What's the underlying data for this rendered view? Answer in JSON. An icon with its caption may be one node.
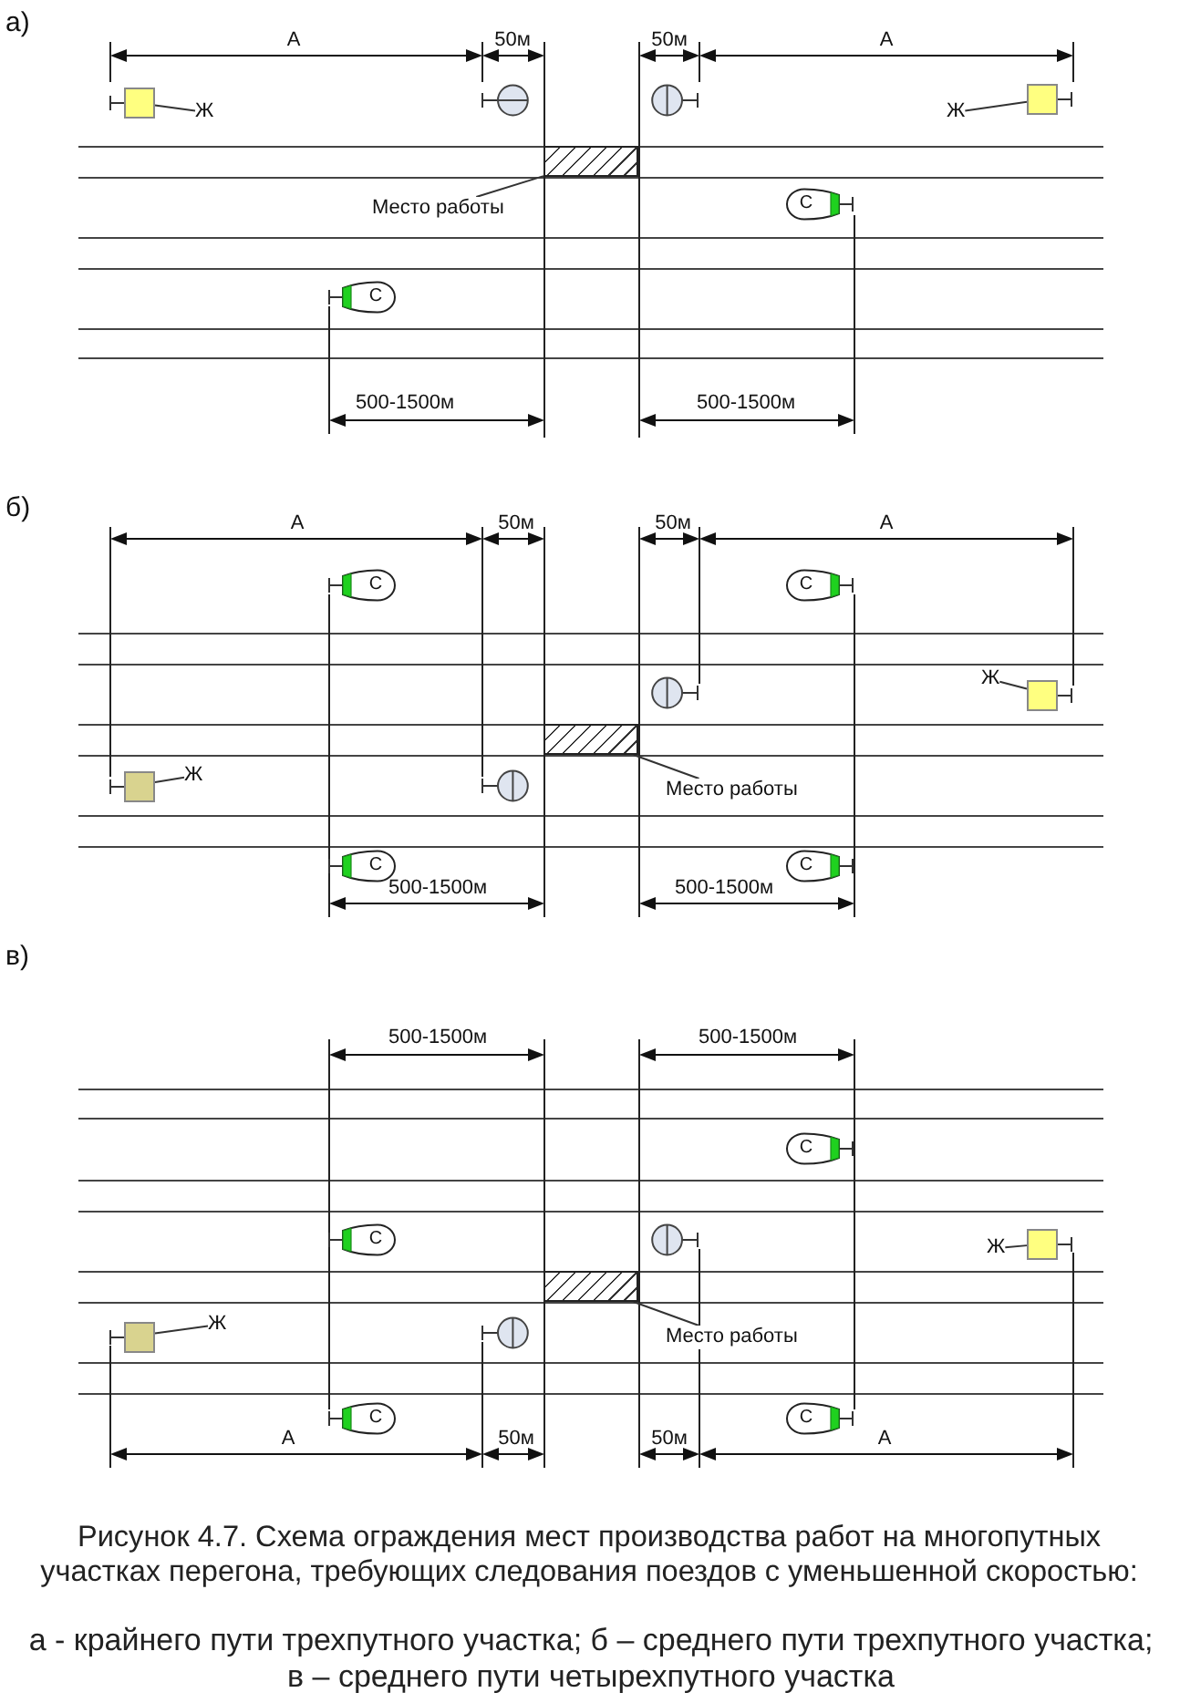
{
  "diagram": {
    "caption": "Рисунок 4.7. Схема ограждения мест производства работ на многопутных участках перегона, требующих следования поездов с уменьшенной скоростью:",
    "nodes": [
      {
        "text": [],
        "shape": "box"
      },
      {
        "text": [
          "Ж"
        ]
      },
      {
        "text": [],
        "shape": "circle"
      },
      {
        "text": [],
        "shape": "circle"
      },
      {
        "text": [
          "Ж"
        ]
      },
      {
        "text": [],
        "shape": "box"
      },
      {
        "text": [],
        "shape": "box"
      },
      {
        "text": [
          "Место работы"
        ]
      },
      {
        "text": [
          "С"
        ]
      },
      {
        "text": [
          "С"
        ]
      },
      {
        "text": [
          "С"
        ]
      },
      {
        "text": [
          "С"
        ]
      },
      {
        "text": [],
        "shape": "circle"
      },
      {
        "text": [
          "Ж"
        ]
      },
      {
        "text": [],
        "shape": "box"
      },
      {
        "text": [],
        "shape": "box"
      },
      {
        "text": [],
        "shape": "box"
      },
      {
        "text": [
          "Ж"
        ]
      },
      {
        "text": [],
        "shape": "circle"
      },
      {
        "text": [
          "Место работы"
        ]
      },
      {
        "text": [
          "С"
        ]
      },
      {
        "text": [
          "С"
        ]
      },
      {
        "text": [
          "С"
        ]
      },
      {
        "text": [
          "С"
        ]
      },
      {
        "text": [],
        "shape": "circle"
      },
      {
        "text": [
          "Ж"
        ]
      },
      {
        "text": [],
        "shape": "box"
      },
      {
        "text": [],
        "shape": "box"
      },
      {
        "text": [],
        "shape": "box"
      },
      {
        "text": [
          "Ж"
        ]
      },
      {
        "text": [],
        "shape": "circle"
      },
      {
        "text": [
          "Место работы"
        ]
      },
      {
        "text": [
          "С"
        ]
      },
      {
        "text": [
          "С"
        ]
      }
    ],
    "edges": [
      {
        "from": 1,
        "to": 0,
        "arrow": "none"
      },
      {
        "from": 4,
        "to": 5,
        "arrow": "none"
      },
      {
        "from": 7,
        "to": 6,
        "arrow": "none"
      },
      {
        "from": 13,
        "to": 14,
        "arrow": "none"
      },
      {
        "from": 17,
        "to": 16,
        "arrow": "none"
      },
      {
        "from": 19,
        "to": 15,
        "arrow": "none"
      },
      {
        "from": 25,
        "to": 26,
        "arrow": "none"
      },
      {
        "from": 29,
        "to": 28,
        "arrow": "none"
      },
      {
        "from": 31,
        "to": 27,
        "arrow": "none"
      }
    ],
    "labels": [
      "а)",
      "А",
      "50м",
      "50м",
      "А",
      "500-1500м",
      "500-1500м",
      "б)",
      "А",
      "50м",
      "50м",
      "А",
      "500-1500м",
      "500-1500м",
      "в)",
      "500-1500м",
      "500-1500м",
      "А",
      "50м",
      "50м",
      "А",
      "а - крайнего пути трехпутного участка; б – среднего пути трехпутного участка; в – среднего пути четырехпутного участка"
    ]
  }
}
